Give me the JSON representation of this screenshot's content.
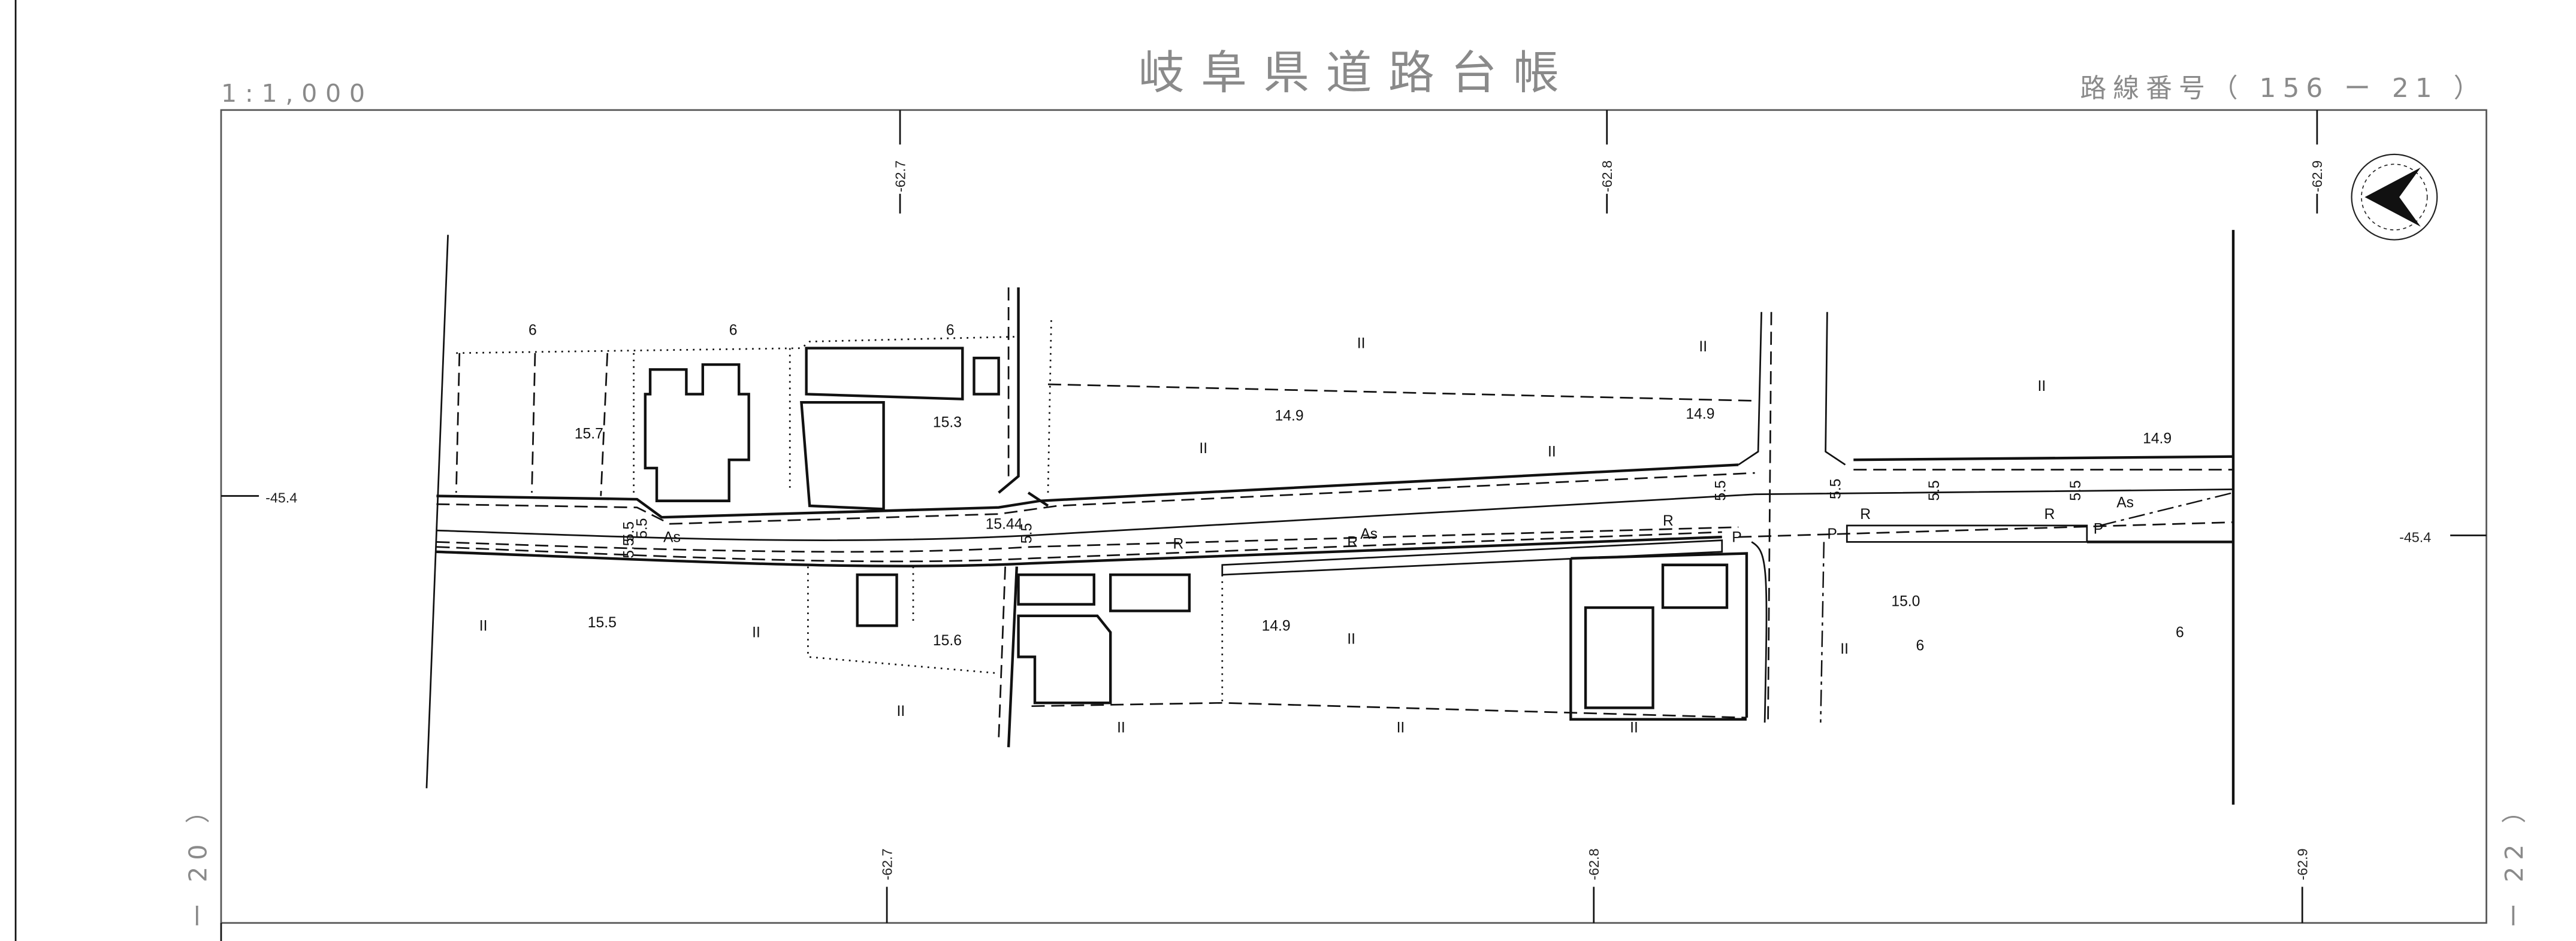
{
  "header": {
    "scale": "1:1,000",
    "title": "岐阜県道路台帳",
    "route_number": "路線番号（ 156 ー 21 ）"
  },
  "sheet_neighbors": {
    "left": "ー 20 ）",
    "right": "ー 22 ）"
  },
  "grid_labels": {
    "top": [
      "-62.7",
      "-62.8",
      "-62.9"
    ],
    "bottom": [
      "-62.7",
      "-62.8",
      "-62.9"
    ],
    "left": "-45.4",
    "right": "-45.4"
  },
  "map": {
    "elevations": [
      "15.7",
      "15.3",
      "14.9",
      "14.9",
      "14.9",
      "15.5",
      "15.6",
      "14.9",
      "15.0",
      "15.44"
    ],
    "surface_labels": [
      "As",
      "As",
      "As"
    ],
    "curb_labels": [
      "R",
      "R",
      "R",
      "R",
      "R"
    ],
    "parking_labels": [
      "P",
      "P",
      "P"
    ],
    "width_labels": [
      "5.5",
      "5.5",
      "5.5",
      "5.5",
      "5.5",
      "5.5",
      "5.5",
      "5.5"
    ],
    "field_symbols": [
      "II",
      "II",
      "II",
      "II",
      "II",
      "II",
      "II",
      "II",
      "II",
      "II",
      "II",
      "II",
      "II"
    ],
    "tree_symbols": [
      "6",
      "6",
      "6",
      "6",
      "6"
    ]
  },
  "colors": {
    "ink": "#111111",
    "header": "#8a8a8a"
  }
}
